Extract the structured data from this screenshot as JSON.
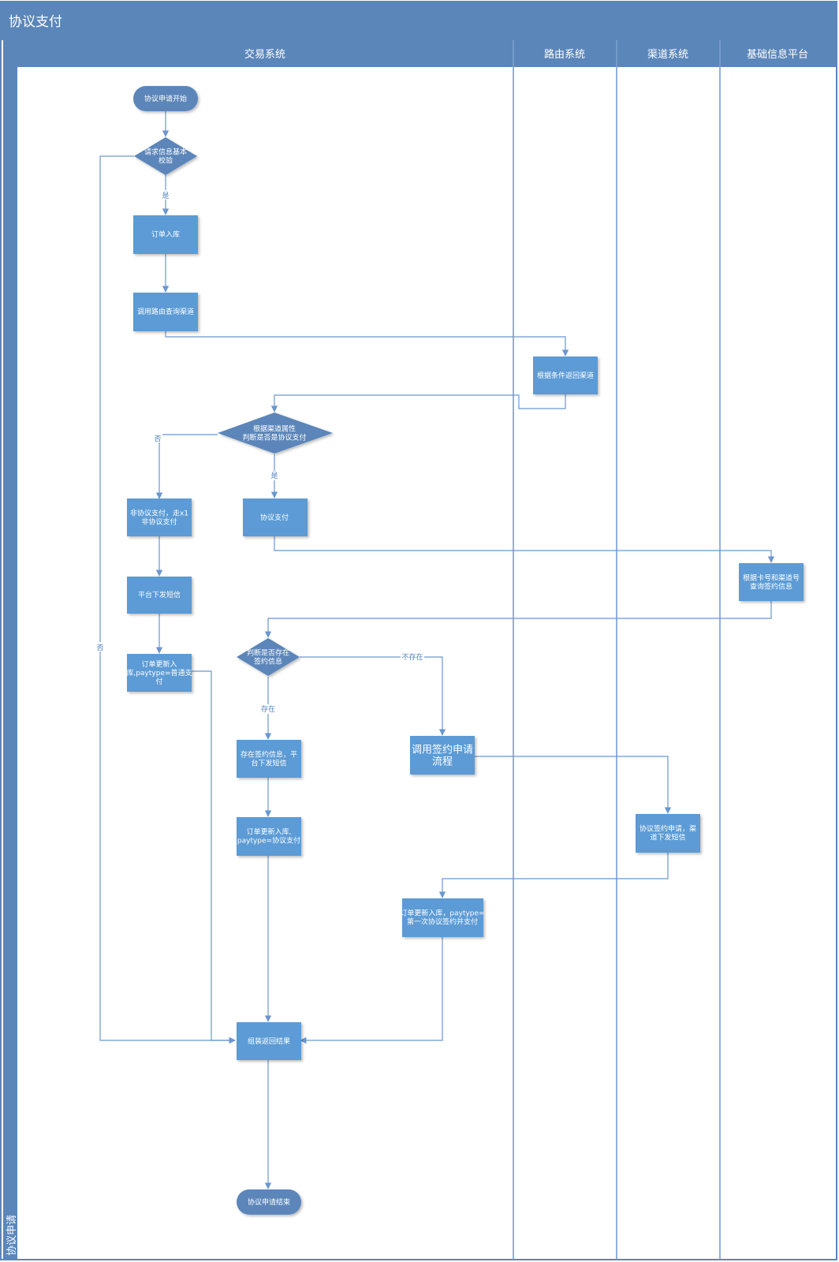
{
  "title": "协议支付",
  "lane_label": "协议申请",
  "columns": [
    "交易系统",
    "路由系统",
    "渠道系统",
    "基础信息平台"
  ],
  "nodes": {
    "start": [
      "协议申请开始"
    ],
    "check": [
      "请求信息基本",
      "校验"
    ],
    "order_in": [
      "订单入库"
    ],
    "call_route": [
      "调用路由查询渠道"
    ],
    "route_return": [
      "根据条件返回渠道"
    ],
    "judge_agreement": [
      "根据渠道属性",
      "判断是否是协议支付"
    ],
    "non_agreement": [
      "非协议支付，走x1",
      "非协议支付"
    ],
    "agreement": [
      "协议支付"
    ],
    "query_sign": [
      "根据卡号和渠道号",
      "查询签约信息"
    ],
    "platform_sms": [
      "平台下发短信"
    ],
    "judge_sign": [
      "判断是否存在",
      "签约信息"
    ],
    "order_update_normal": [
      "订单更新入",
      "库,paytype=普通支",
      "付"
    ],
    "exist_sms": [
      "存在签约信息，平",
      "台下发短信"
    ],
    "call_sign": [
      "调用签约申请",
      "流程"
    ],
    "order_update_agreement": [
      "订单更新入库,",
      "paytype=协议支付"
    ],
    "channel_sms": [
      "协议签约申请，渠",
      "道下发短信"
    ],
    "order_update_first": [
      "订单更新入库，paytype=",
      "第一次协议签约并支付"
    ],
    "assemble": [
      "组装返回结果"
    ],
    "end": [
      "协议申请结束"
    ]
  },
  "edge_labels": {
    "yes1": "是",
    "no1": "否",
    "no2": "否",
    "yes2": "是",
    "not_exist": "不存在",
    "exist": "存在"
  },
  "colors": {
    "header": "#5b86ba",
    "node": "#5b9bd5",
    "line": "#6b97cf"
  }
}
